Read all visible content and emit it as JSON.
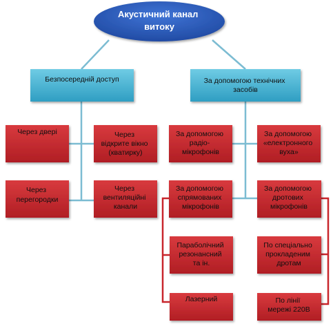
{
  "colors": {
    "root_fill": "#2a58b8",
    "cyan_fill": "#46b2d2",
    "red_fill": "#c8262c",
    "blue_connector": "#7cbcd2",
    "red_connector": "#c8262c"
  },
  "root": {
    "lines": [
      "Акустичний канал",
      "витоку"
    ]
  },
  "branches": [
    {
      "lines": [
        "Безпосередній доступ"
      ],
      "children": [
        {
          "lines": [
            "Через двері"
          ]
        },
        {
          "lines": [
            "Через",
            "відкрите вікно",
            "(кватирку)"
          ]
        },
        {
          "lines": [
            "Через",
            "перегородки"
          ]
        },
        {
          "lines": [
            "Через",
            "вентиляційні",
            "канали"
          ]
        }
      ]
    },
    {
      "lines": [
        "За допомогою технічних",
        "засобів"
      ],
      "children": [
        {
          "lines": [
            "За допомогою",
            "радіо-",
            "мікрофонів"
          ]
        },
        {
          "lines": [
            "За допомогою",
            "«електронного",
            "вуха»"
          ]
        },
        {
          "lines": [
            "За допомогою",
            "спрямованих",
            "мікрофонів"
          ],
          "children": [
            {
              "lines": [
                "Параболічний",
                "резонансний",
                "та ін."
              ]
            },
            {
              "lines": [
                "Лазерний"
              ]
            }
          ]
        },
        {
          "lines": [
            "За допомогою",
            "дротових",
            "мікрофонів"
          ],
          "children": [
            {
              "lines": [
                "По спеціально",
                "прокладеним",
                "дротам"
              ]
            },
            {
              "lines": [
                "По лінії",
                "мережі 220В"
              ]
            }
          ]
        }
      ]
    }
  ]
}
